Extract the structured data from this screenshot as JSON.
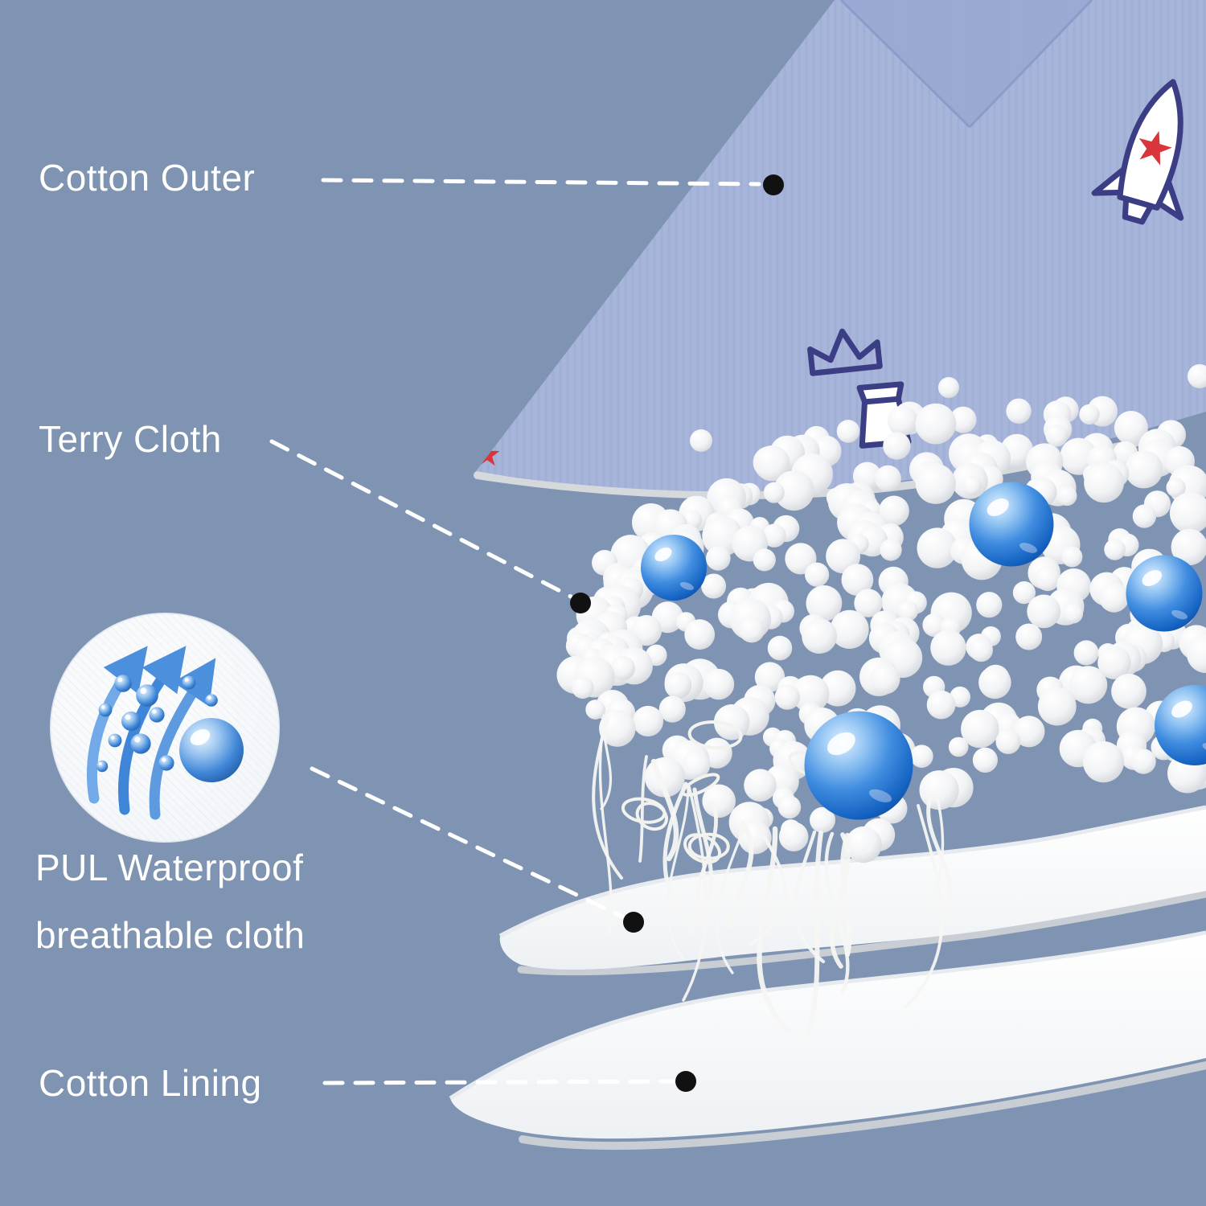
{
  "labels": {
    "cotton_outer": "Cotton Outer",
    "terry_cloth": "Terry Cloth",
    "pul_waterproof_line1": "PUL Waterproof",
    "pul_waterproof_line2": "breathable cloth",
    "cotton_lining": "Cotton Lining"
  },
  "icons": {
    "waterproof_breathable_icon": "circle inset with blue up-arrows and water droplets",
    "connector_dot_icon": "black endpoint dot on white dashed leader line"
  },
  "colors": {
    "bg": "#7e94b2",
    "label_text": "#ffffff",
    "fabric": "#a7b5da",
    "print_navy": "#3b3e84",
    "print_red": "#d9363c",
    "bead_blue": "#1565c4",
    "layer_white": "#ffffff",
    "connector": "#ffffff",
    "dot": "#111111"
  }
}
